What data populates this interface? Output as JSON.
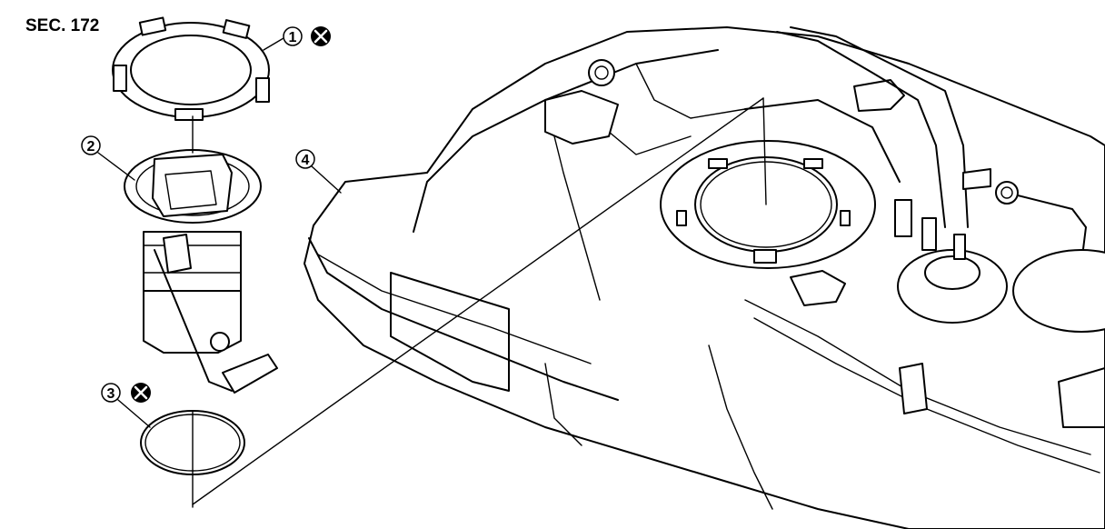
{
  "section_label": "SEC. 172",
  "callouts": [
    {
      "number": "1",
      "replace_mark": true
    },
    {
      "number": "2",
      "replace_mark": false
    },
    {
      "number": "3",
      "replace_mark": true
    },
    {
      "number": "4",
      "replace_mark": false
    }
  ],
  "icons": {
    "replace_mark": "x-circle-icon"
  }
}
